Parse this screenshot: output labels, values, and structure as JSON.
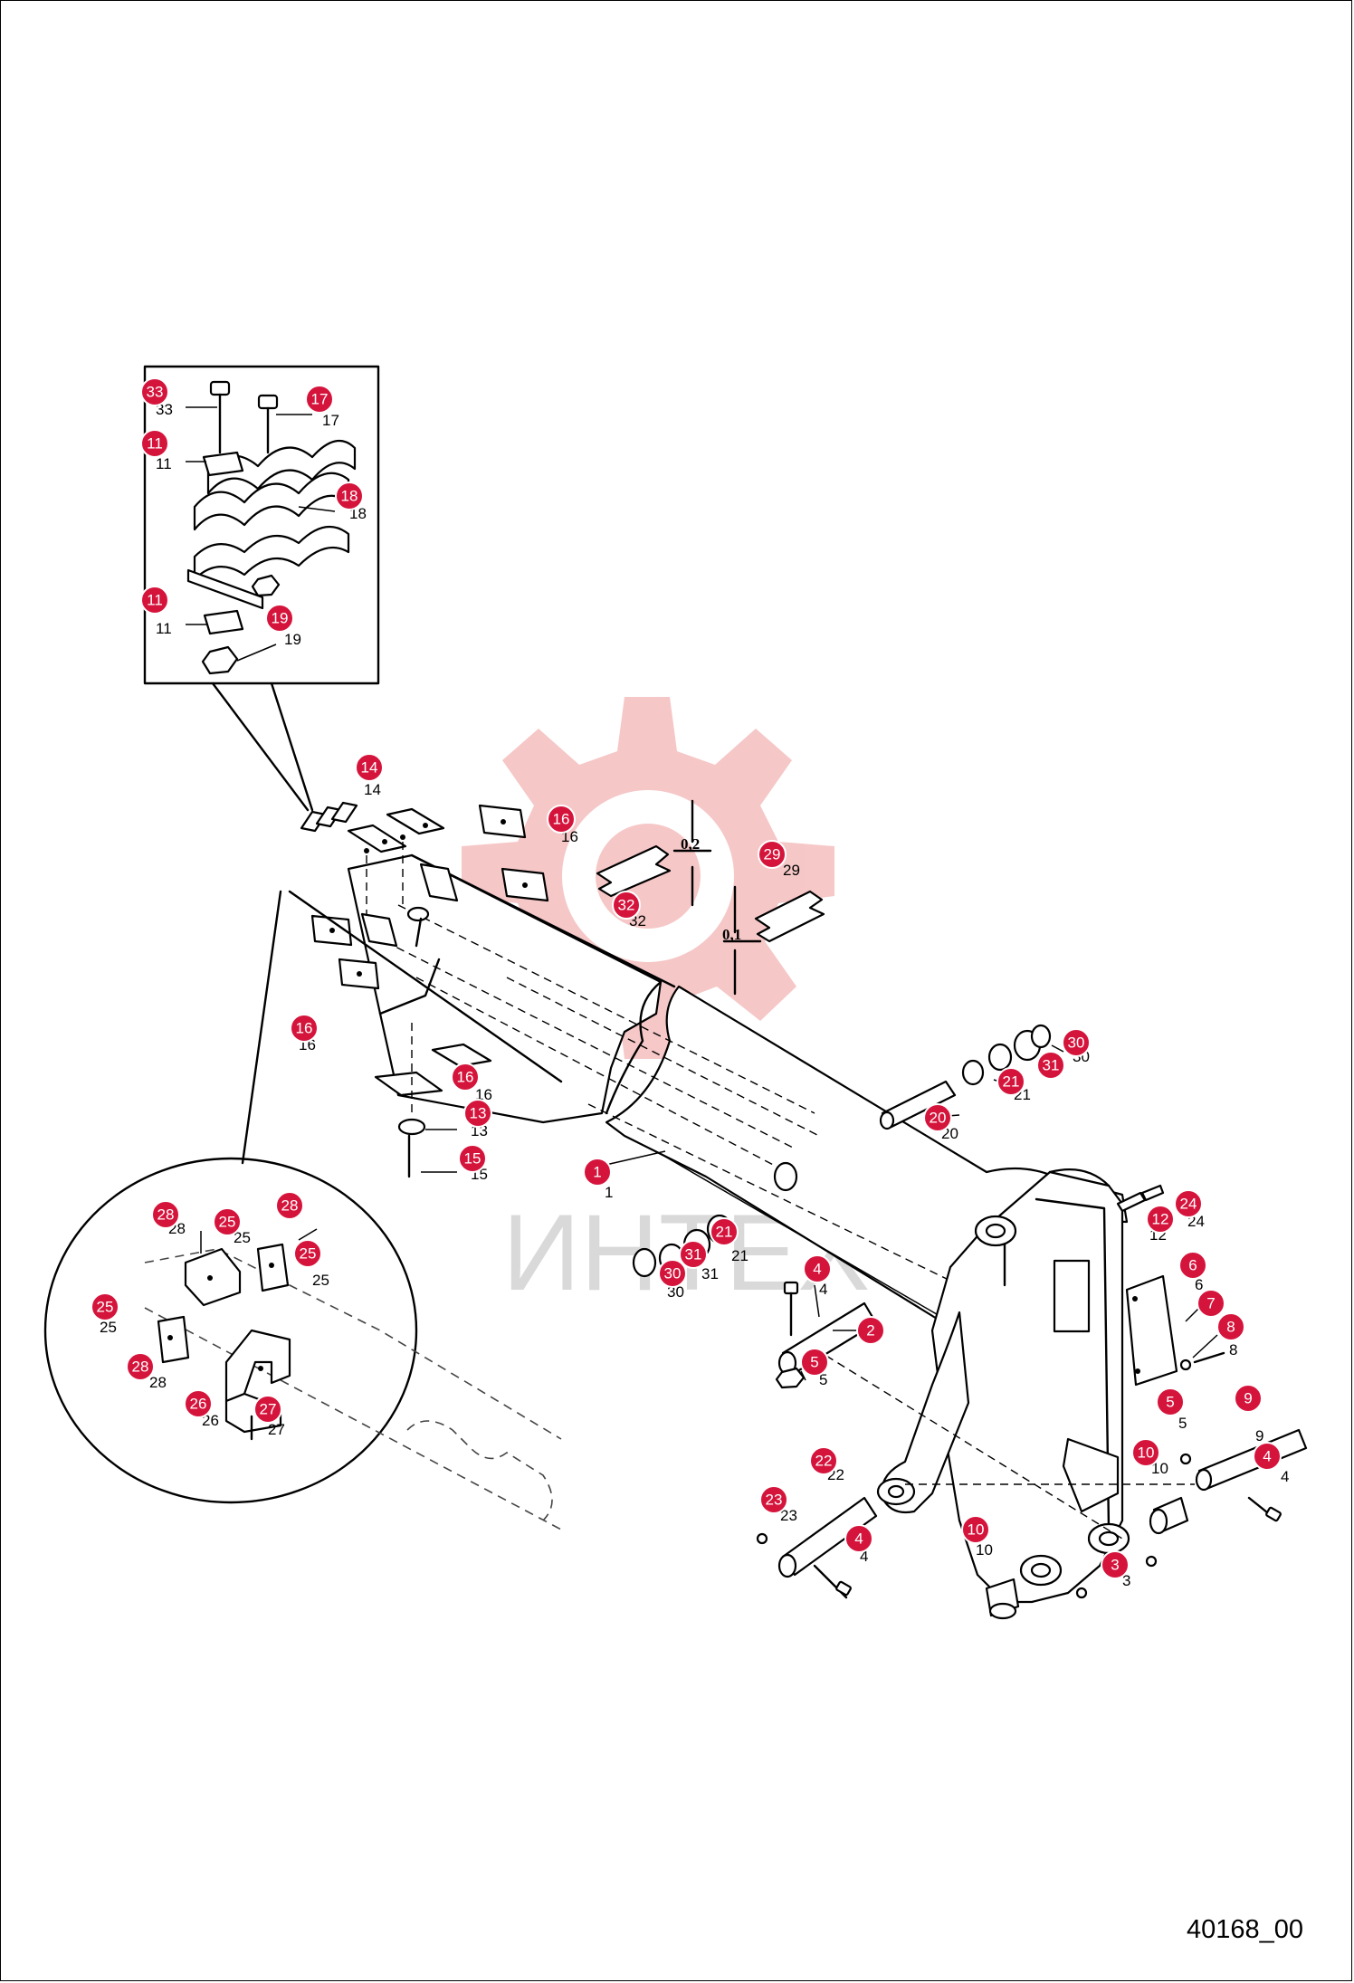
{
  "drawing_number": "40168_00",
  "watermark_text": "ИНТЕХ",
  "accent_color": "#d5143c",
  "watermark_color": "#f3b5b5",
  "dimensions": [
    "0,2",
    "0,1"
  ],
  "hotspots": [
    "33",
    "17",
    "11",
    "18",
    "11",
    "19",
    "14",
    "16",
    "32",
    "29",
    "16",
    "16",
    "13",
    "15",
    "1",
    "20",
    "21",
    "31",
    "30",
    "24",
    "12",
    "21",
    "31",
    "30",
    "6",
    "7",
    "8",
    "4",
    "2",
    "5",
    "28",
    "25",
    "28",
    "25",
    "25",
    "28",
    "26",
    "27",
    "9",
    "5",
    "10",
    "4",
    "22",
    "23",
    "4",
    "10",
    "3"
  ],
  "callouts": [
    "33",
    "17",
    "11",
    "18",
    "11",
    "19",
    "14",
    "16",
    "32",
    "29",
    "16",
    "16",
    "13",
    "15",
    "1",
    "20",
    "21",
    "30",
    "12",
    "24",
    "21",
    "31",
    "30",
    "4",
    "6",
    "8",
    "5",
    "25",
    "28",
    "25",
    "25",
    "28",
    "26",
    "27",
    "9",
    "5",
    "10",
    "4",
    "23",
    "22",
    "4",
    "10",
    "3"
  ]
}
